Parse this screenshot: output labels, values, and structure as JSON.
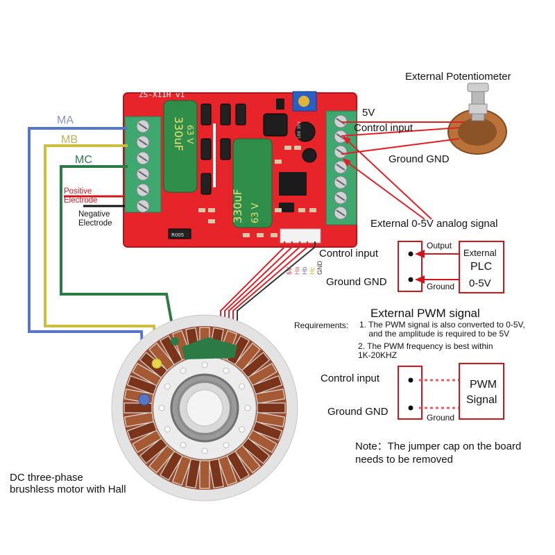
{
  "board": {
    "model": "ZS-X11H v1",
    "cap_label": "330uF",
    "cap_rating": "63 V",
    "small_cap_label": "100 35V",
    "resistor_label": "R005"
  },
  "colors": {
    "pcb": "#e8242b",
    "terminal": "#3fa86f",
    "wire_ma": "#5876c8",
    "wire_mb": "#cdbd3c",
    "wire_mc": "#2c7a45",
    "signal_red": "#e01f26"
  },
  "left_labels": {
    "ma": "MA",
    "mb": "MB",
    "mc": "MC",
    "positive": "Positive\nElectrode",
    "negative": "Negative\nElectrode"
  },
  "hall_wires": [
    "5V",
    "Ha",
    "Hb",
    "Hc",
    "GND"
  ],
  "potentiometer": {
    "title": "External Potentiometer",
    "five_v": "5V",
    "control_input": "Control input",
    "ground": "Ground GND"
  },
  "analog": {
    "title": "External 0-5V analog signal",
    "control_input": "Control input",
    "ground": "Ground GND",
    "output": "Output",
    "ground_small": "Ground",
    "plc_lines": [
      "External",
      "PLC",
      "0-5V"
    ]
  },
  "pwm": {
    "title": "External PWM signal",
    "requirements_label": "Requirements:",
    "req1": "1. The PWM signal is also converted to 0-5V,\n    and the amplitude is required to be 5V",
    "req2": "2. The PWM frequency is best within\n1K-20KHZ",
    "control_input": "Control input",
    "ground": "Ground GND",
    "ground_small": "Ground",
    "box_lines": [
      "PWM",
      "Signal"
    ]
  },
  "note": "Note：The jumper cap on the board\nneeds to be removed",
  "motor_caption": "DC three-phase\nbrushless motor with Hall"
}
